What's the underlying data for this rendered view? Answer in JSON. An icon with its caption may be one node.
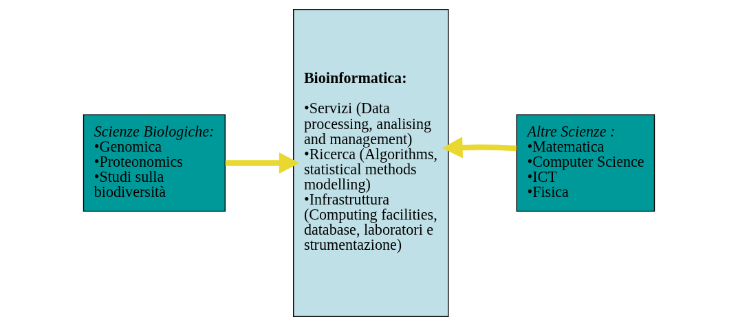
{
  "diagram": {
    "nodes": [
      {
        "text": [
          "Scienze Biologiche:",
          "•Genomica",
          "•Proteonomics",
          "•Studi sulla biodiversità"
        ]
      },
      {
        "text": [
          "Bioinformatica:",
          "•Servizi (Data processing, analising and management)",
          "•Ricerca (Algorithms, statistical methods modelling)",
          "•Infrastruttura (Computing facilities, database, laboratori e strumentazione)"
        ]
      },
      {
        "text": [
          "Altre Scienze :",
          "•Matematica",
          "•Computer Science",
          "•ICT",
          "•Fisica"
        ]
      }
    ],
    "edges": [
      {
        "from": 0,
        "to": 1,
        "arrow": "to"
      },
      {
        "from": 2,
        "to": 1,
        "arrow": "to"
      }
    ]
  }
}
